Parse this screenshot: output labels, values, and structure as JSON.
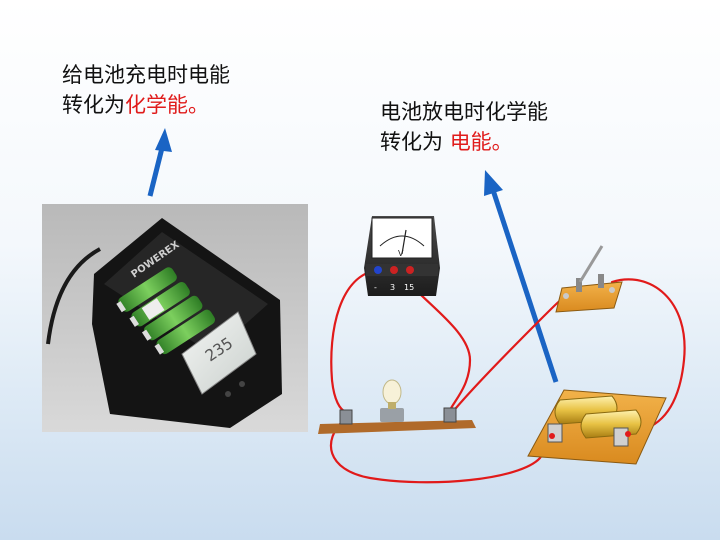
{
  "slide": {
    "caption_left": {
      "line1": "给电池充电时电能",
      "line2_prefix": "转化为",
      "line2_highlight": "化学能。"
    },
    "caption_right": {
      "line1": "电池放电时化学能",
      "line2_prefix": "转化为 ",
      "line2_highlight": "电能。"
    }
  },
  "charger": {
    "brand": "POWEREX",
    "display": "235"
  },
  "voltmeter": {
    "unit": "V",
    "terminal_labels": [
      "-",
      "3",
      "15"
    ]
  },
  "colors": {
    "highlight": "#e01b1b",
    "arrow": "#1a64c4",
    "wire": "#e11a1a"
  }
}
